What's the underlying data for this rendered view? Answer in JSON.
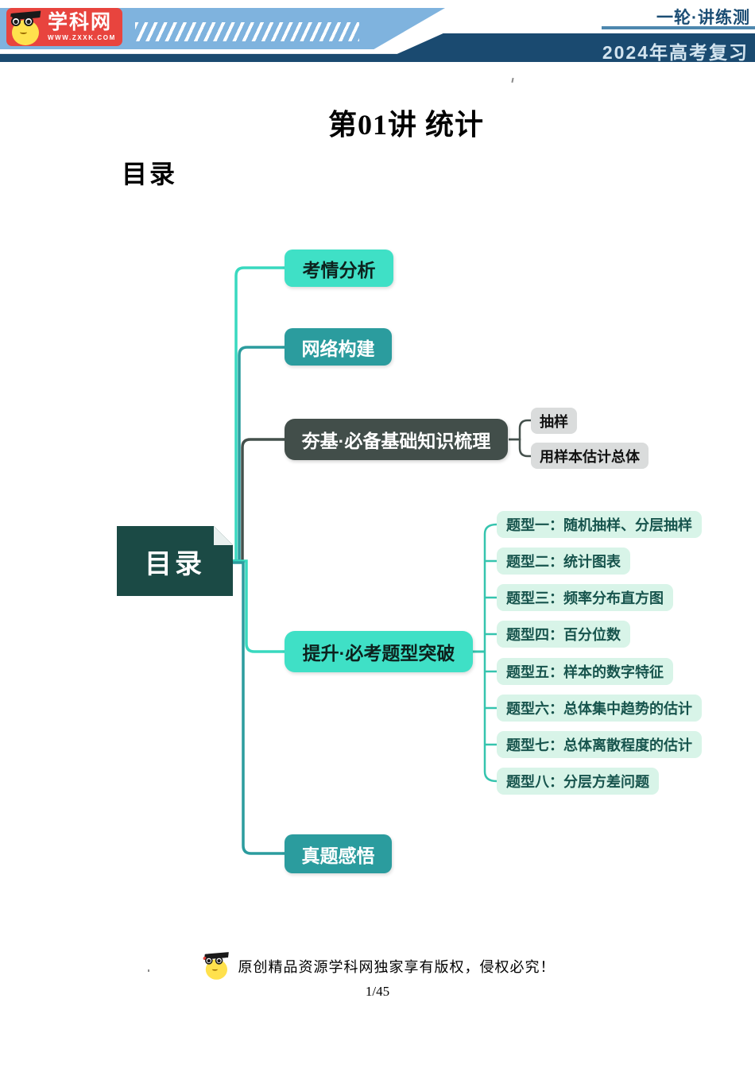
{
  "header": {
    "logo_name": "学科网",
    "logo_url": "WWW.ZXXK.COM",
    "series_label": "一轮·讲练测",
    "year_label": "2024年高考复习"
  },
  "title": "第01讲 统计",
  "toc_heading": "目录",
  "mindmap": {
    "center": "目录",
    "branches": [
      {
        "label": "考情分析",
        "style": "mint"
      },
      {
        "label": "网络构建",
        "style": "teal"
      },
      {
        "label": "夯基·必备基础知识梳理",
        "style": "dark",
        "children": [
          "抽样",
          "用样本估计总体"
        ]
      },
      {
        "label": "提升·必考题型突破",
        "style": "mint",
        "children": [
          "题型一：随机抽样、分层抽样",
          "题型二：统计图表",
          "题型三：频率分布直方图",
          "题型四：百分位数",
          "题型五：样本的数字特征",
          "题型六：总体集中趋势的估计",
          "题型七：总体离散程度的估计",
          "题型八：分层方差问题"
        ]
      },
      {
        "label": "真题感悟",
        "style": "teal"
      }
    ]
  },
  "footer": {
    "copyright": "原创精品资源学科网独家享有版权，侵权必究！",
    "page": "1/45"
  },
  "colors": {
    "band_blue": "#7FB3DE",
    "navy": "#1A4A70",
    "logo_red": "#E8443E",
    "mint": "#3FE0C6",
    "teal": "#2B9C9E",
    "dark_node": "#424E4A",
    "pale_child": "#D8F4E8",
    "gray_child": "#DADCDC",
    "center_node": "#1B4A45"
  }
}
